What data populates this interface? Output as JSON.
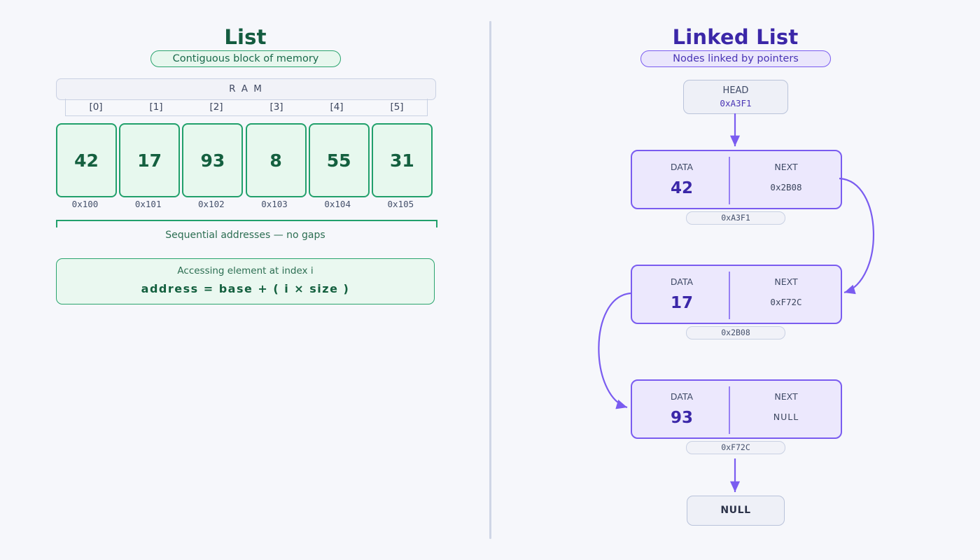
{
  "colors": {
    "background": "#f6f7fb",
    "list_accent": "#21a06b",
    "list_title": "#145c40",
    "list_fill": "#e7f8ee",
    "linked_accent": "#7a5cf0",
    "linked_title": "#3b27a8",
    "linked_fill": "#ece8fd",
    "neutral_border": "#c9d1e3",
    "neutral_fill": "#f1f2f8",
    "divider": "#cfd6e6"
  },
  "list_panel": {
    "title": "List",
    "subtitle": "Contiguous block of memory",
    "ram_label": "R A M",
    "indices": [
      "[0]",
      "[1]",
      "[2]",
      "[3]",
      "[4]",
      "[5]"
    ],
    "values": [
      "42",
      "17",
      "93",
      "8",
      "55",
      "31"
    ],
    "addresses": [
      "0x100",
      "0x101",
      "0x102",
      "0x103",
      "0x104",
      "0x105"
    ],
    "bracket_label": "Sequential addresses — no gaps",
    "formula_caption": "Accessing element at index  i",
    "formula": "address = base + ( i × size )"
  },
  "linked_panel": {
    "title": "Linked List",
    "subtitle": "Nodes linked by pointers",
    "head": {
      "label": "HEAD",
      "address": "0xA3F1"
    },
    "column_headers": {
      "data": "DATA",
      "next": "NEXT"
    },
    "nodes": [
      {
        "data": "42",
        "next": "0x2B08",
        "address_chip": "0xA3F1"
      },
      {
        "data": "17",
        "next": "0xF72C",
        "address_chip": "0x2B08"
      },
      {
        "data": "93",
        "next": "NULL",
        "address_chip": "0xF72C"
      }
    ],
    "terminator": "NULL"
  }
}
